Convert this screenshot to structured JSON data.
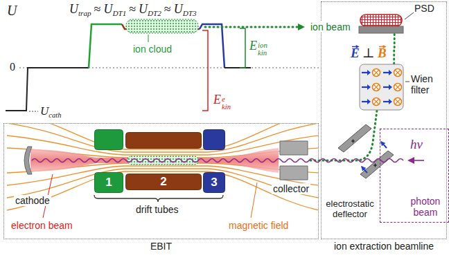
{
  "diagram": {
    "nodes": [
      {
        "text": [
          "EBIT"
        ]
      },
      {
        "text": [
          "1"
        ],
        "in": 0
      },
      {
        "text": [
          "2"
        ],
        "in": 0
      },
      {
        "text": [
          "3"
        ],
        "in": 0
      },
      {
        "text": [
          "ion extraction beamline"
        ]
      },
      {
        "text": [
          "PSD"
        ],
        "in": 4
      },
      {
        "text": [
          "Wien filter"
        ],
        "in": 4
      },
      {
        "text": [
          "photon beam"
        ]
      }
    ],
    "edges": [
      {
        "from": 6,
        "to": 5,
        "arrow": "none"
      }
    ],
    "labels": [
      "U",
      "U",
      "trap",
      "≈",
      "U",
      "DT1",
      "≈",
      "U",
      "DT2",
      "≈",
      "U",
      "DT3",
      "0",
      "U",
      "cath",
      "ion cloud",
      "E",
      "ion",
      "kin",
      "E",
      "e",
      "kin",
      "ion beam",
      "cathode",
      "drift tubes",
      "collector",
      "electron beam",
      "magnetic field",
      "E",
      "⊥",
      "B",
      "electrostatic deflector",
      "hν"
    ]
  }
}
